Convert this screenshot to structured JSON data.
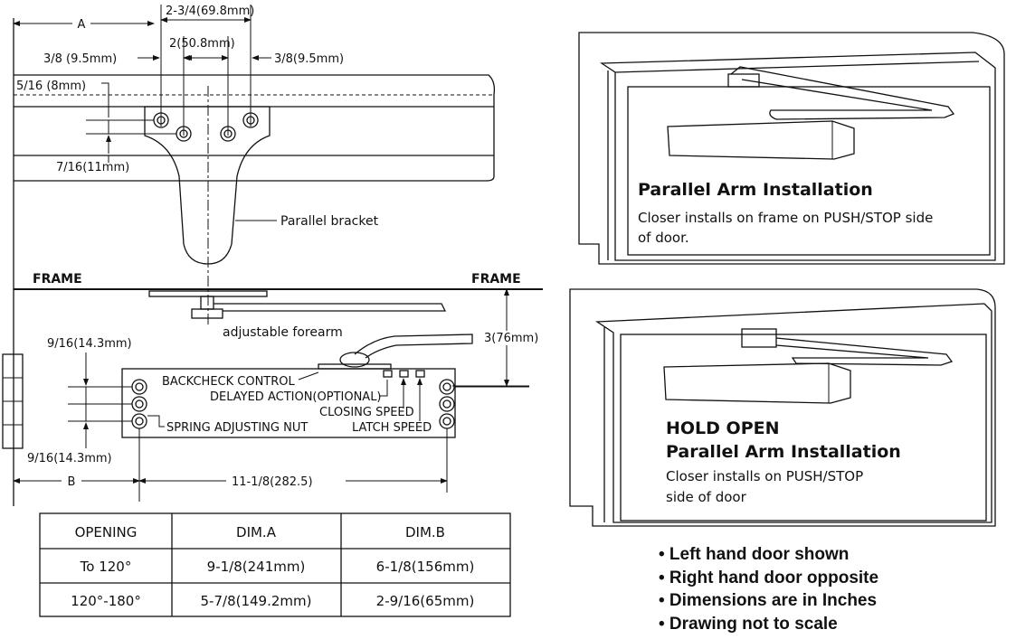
{
  "left_drawing": {
    "dims": {
      "dim_a_label": "A",
      "top_width": "2-3/4(69.8mm)",
      "center_width": "2(50.8mm)",
      "left_offset": "3/8 (9.5mm)",
      "right_offset": "3/8(9.5mm)",
      "top_gap": "5/16 (8mm)",
      "hole_gap": "7/16(11mm)",
      "arm_height": "3(76mm)",
      "upper_spacing": "9/16(14.3mm)",
      "lower_spacing": "9/16(14.3mm)",
      "dim_b_label": "B",
      "body_length": "11-1/8(282.5)"
    },
    "labels": {
      "parallel_bracket": "Parallel bracket",
      "frame_left": "FRAME",
      "frame_right": "FRAME",
      "adjustable_forearm": "adjustable forearm",
      "backcheck": "BACKCHECK CONTROL",
      "delayed_action": "DELAYED ACTION(OPTIONAL)",
      "closing_speed": "CLOSING SPEED",
      "spring_nut": "SPRING ADJUSTING NUT",
      "latch_speed": "LATCH SPEED"
    }
  },
  "table": {
    "headers": [
      "OPENING",
      "DIM.A",
      "DIM.B"
    ],
    "rows": [
      [
        "To 120°",
        "9-1/8(241mm)",
        "6-1/8(156mm)"
      ],
      [
        "120°-180°",
        "5-7/8(149.2mm)",
        "2-9/16(65mm)"
      ]
    ]
  },
  "panel_top": {
    "title": "Parallel Arm Installation",
    "text_line1": "Closer installs on frame on PUSH/STOP side",
    "text_line2": "of door."
  },
  "panel_bottom": {
    "title1": "HOLD OPEN",
    "title2": "Parallel Arm Installation",
    "text_line1": "Closer installs on PUSH/STOP",
    "text_line2": "side of door"
  },
  "notes": [
    "• Left hand door shown",
    "• Right hand door opposite",
    "• Dimensions are in Inches",
    "• Drawing not to scale"
  ]
}
